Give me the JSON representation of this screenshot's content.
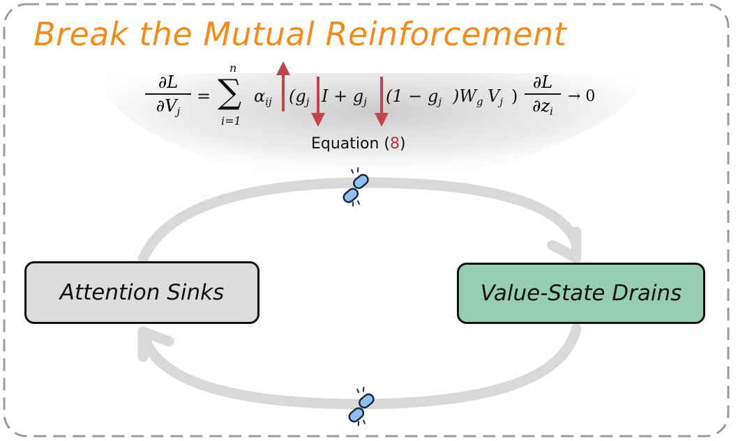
{
  "title": "Break the Mutual Reinforcement",
  "equation": {
    "lhs_num": "∂L",
    "lhs_den": "∂V",
    "lhs_den_sub": "j",
    "equals": "=",
    "sum_top": "n",
    "sum_bottom": "i=1",
    "alpha": "α",
    "alpha_sub": "ij",
    "term_a": "(g",
    "term_a_sub": "j",
    "term_b": "I + g",
    "term_b_sub": "j",
    "term_c": "(1 − g",
    "term_c_sub": "j",
    "term_d": ")W",
    "term_d_sub": "g",
    "term_e": "V",
    "term_e_sub": "j",
    "term_f": ")",
    "rhs_num": "∂L",
    "rhs_den": "∂z",
    "rhs_den_sub": "i",
    "limit": "→ 0"
  },
  "equation_label": {
    "prefix": "Equation (",
    "ref": "8",
    "suffix": ")"
  },
  "nodes": {
    "left": "Attention Sinks",
    "right": "Value-State Drains"
  },
  "colors": {
    "title": "#f28c1e",
    "arrow_indicator": "#c0454f",
    "cycle_arrow": "#d9d9d9",
    "sinks_fill": "#dcdcdc",
    "drains_fill": "#97cdb4",
    "broken_link": "#3f7fd0"
  },
  "icons": [
    "broken-link-icon",
    "up-arrow-icon",
    "down-arrow-icon",
    "cycle-arrow-icon"
  ]
}
